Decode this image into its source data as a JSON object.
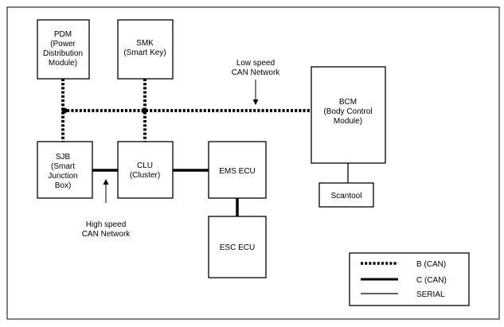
{
  "modules": {
    "pdm": {
      "lines": [
        "PDM",
        "(Power",
        "Distribution",
        "Module)"
      ]
    },
    "smk": {
      "lines": [
        "SMK",
        "(Smart Key)"
      ]
    },
    "bcm": {
      "lines": [
        "BCM",
        "(Body Control",
        "Module)"
      ]
    },
    "sjb": {
      "lines": [
        "SJB",
        "(Smart",
        "Junction",
        "Box)"
      ]
    },
    "clu": {
      "lines": [
        "CLU",
        "(Cluster)"
      ]
    },
    "ems": {
      "lines": [
        "EMS ECU"
      ]
    },
    "esc": {
      "lines": [
        "ESC ECU"
      ]
    },
    "scantool": {
      "lines": [
        "Scantool"
      ]
    }
  },
  "annotations": {
    "low_speed": [
      "Low speed",
      "CAN Network"
    ],
    "high_speed": [
      "High speed",
      "CAN Network"
    ]
  },
  "legend": {
    "b_can": "B (CAN)",
    "c_can": "C (CAN)",
    "serial": "SERIAL"
  }
}
